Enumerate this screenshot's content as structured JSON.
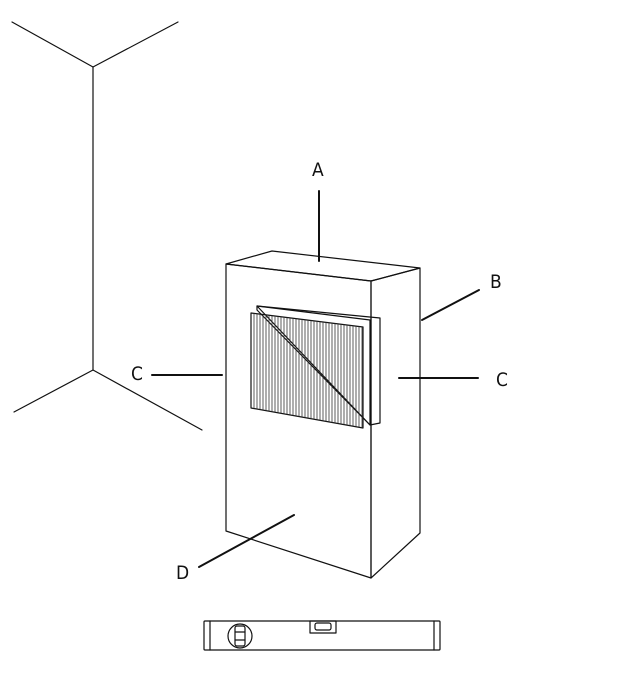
{
  "diagram": {
    "labels": {
      "top": "A",
      "side": "B",
      "left_clearance": "C",
      "right_clearance": "C",
      "front": "D"
    },
    "colors": {
      "stroke": "#111111",
      "background": "#ffffff"
    },
    "icons": [
      "room-corner-lines",
      "cabinet-unit",
      "filter-grille",
      "spirit-level-icon"
    ]
  }
}
